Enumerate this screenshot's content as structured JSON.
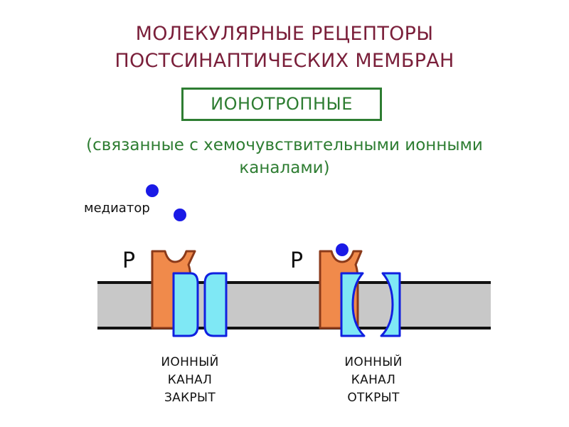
{
  "title": {
    "line1": "МОЛЕКУЛЯРНЫЕ РЕЦЕПТОРЫ",
    "line2": "ПОСТСИНАПТИЧЕСКИХ МЕМБРАН"
  },
  "receptor_type": "ИОНОТРОПНЫЕ",
  "subtitle": {
    "line1": "(связанные с хемочувствительными ионными",
    "line2": "каналами)"
  },
  "mediator_label": "медиатор",
  "receptor_left_label": "Р",
  "receptor_right_label": "Р",
  "channel_closed": {
    "line1": "ИОННЫЙ",
    "line2": "КАНАЛ",
    "line3": "ЗАКРЫТ"
  },
  "channel_open": {
    "line1": "ИОННЫЙ",
    "line2": "КАНАЛ",
    "line3": "ОТКРЫТ"
  },
  "colors": {
    "title": "#7a1f3a",
    "green": "#2e7d32",
    "membrane": "#c8c8c8",
    "receptor": "#f08a4b",
    "receptor_stroke": "#8b3a1a",
    "channel_fill": "#7fe8f5",
    "channel_stroke": "#1020e0",
    "mediator": "#1a1ae6"
  }
}
